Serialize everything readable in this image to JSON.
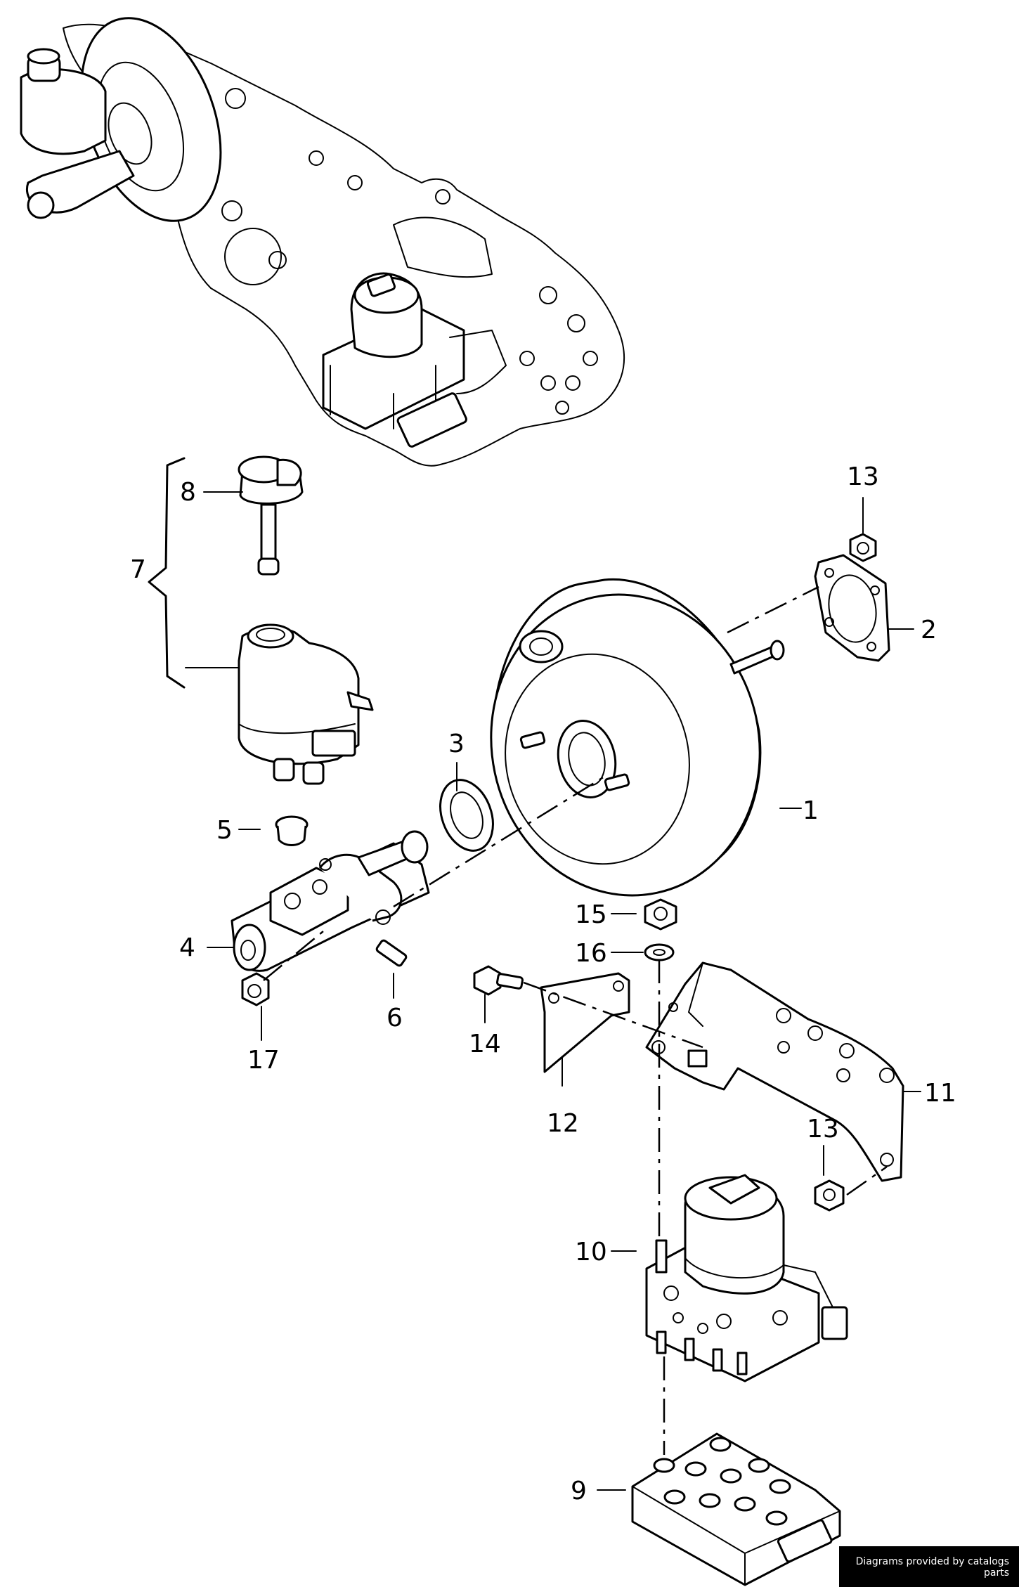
{
  "labels": {
    "l1": "1",
    "l2": "2",
    "l3": "3",
    "l4": "4",
    "l5": "5",
    "l6": "6",
    "l7": "7",
    "l8": "8",
    "l9": "9",
    "l10": "10",
    "l11": "11",
    "l12": "12",
    "l13a": "13",
    "l13b": "13",
    "l14": "14",
    "l15": "15",
    "l16": "16",
    "l17": "17"
  },
  "credit": "Diagrams provided by catalogs parts"
}
